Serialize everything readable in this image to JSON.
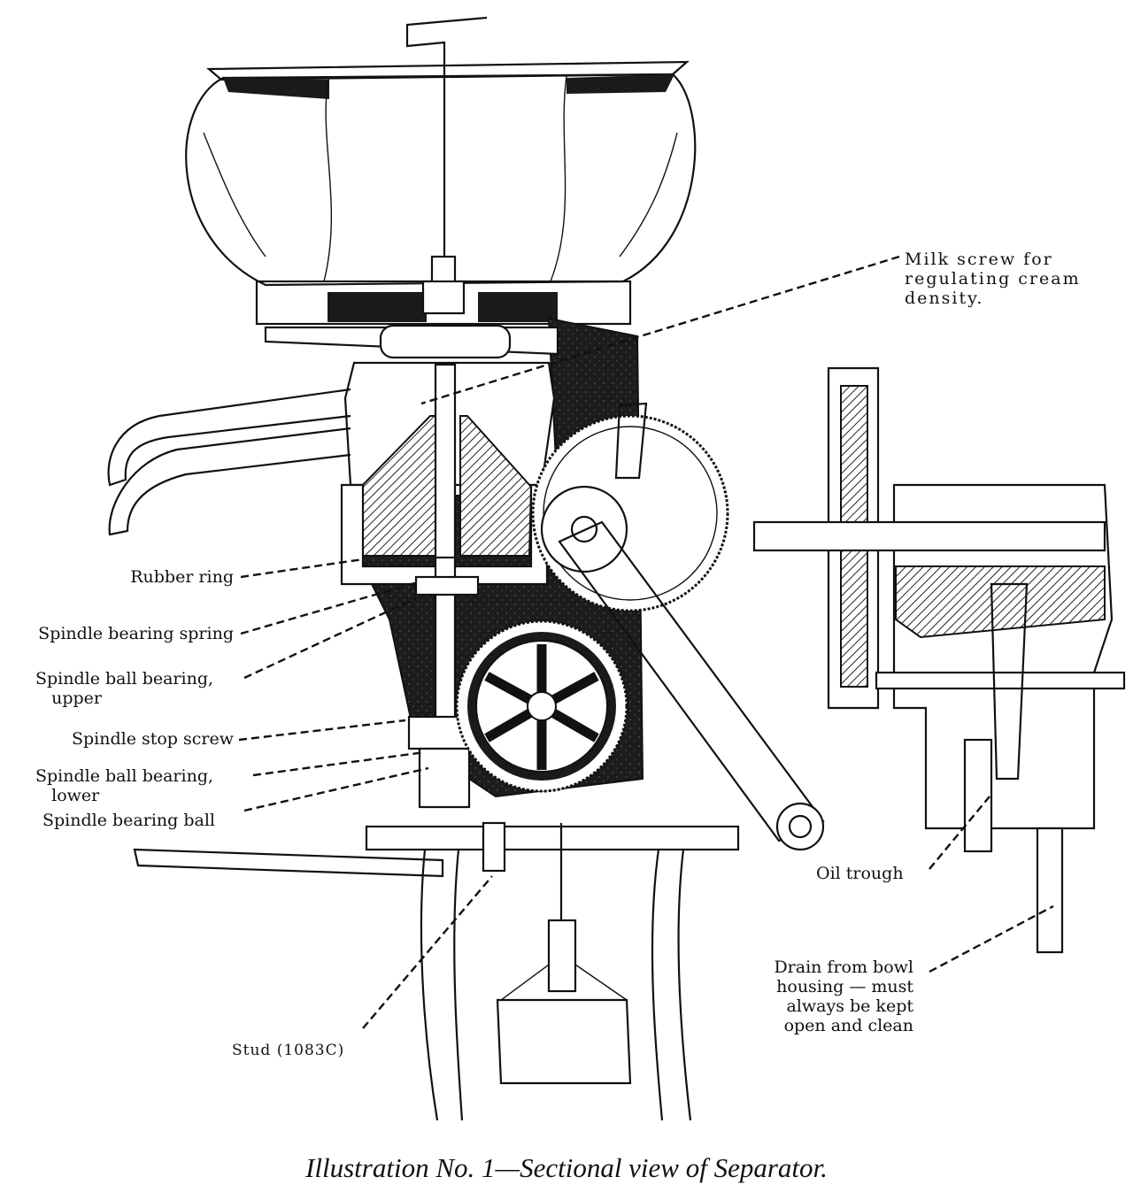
{
  "caption": "Illustration No. 1—Sectional view of Separator.",
  "labels": {
    "milk_screw": "Milk screw for\nregulating cream\ndensity.",
    "rubber_ring": "Rubber ring",
    "spindle_bearing_spring": "Spindle bearing spring",
    "spindle_ball_bearing_upper": "Spindle ball bearing,\n   upper",
    "spindle_stop_screw": "Spindle stop screw",
    "spindle_ball_bearing_lower": "Spindle ball bearing,\n   lower",
    "spindle_bearing_ball": "Spindle bearing ball",
    "oil_trough": "Oil trough",
    "drain": "Drain from bowl\nhousing — must\nalways be kept\nopen and clean",
    "stud": "Stud (1083C)"
  }
}
